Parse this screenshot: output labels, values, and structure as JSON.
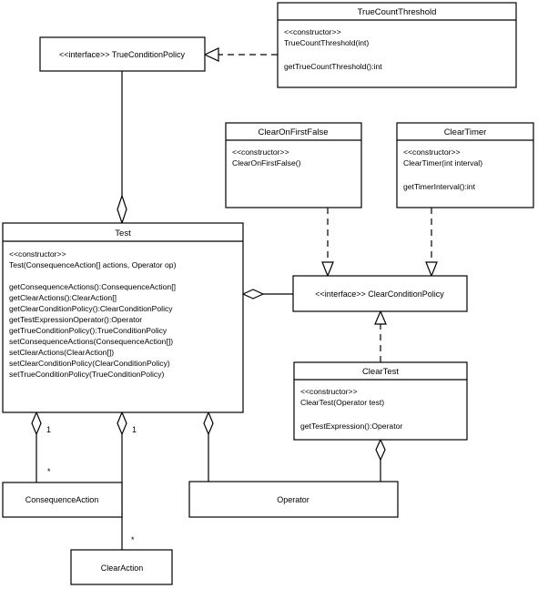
{
  "classes": {
    "true_count_threshold": {
      "name": "TrueCountThreshold",
      "lines": [
        "<<constructor>>",
        "TrueCountThreshold(int)",
        "",
        "getTrueCountThreshold():int"
      ]
    },
    "true_condition_policy": {
      "label": "<<interface>> TrueConditionPolicy"
    },
    "clear_on_first_false": {
      "name": "ClearOnFirstFalse",
      "lines": [
        "<<constructor>>",
        "ClearOnFirstFalse()"
      ]
    },
    "clear_timer": {
      "name": "ClearTimer",
      "lines": [
        "<<constructor>>",
        "ClearTimer(int interval)",
        "",
        "getTimerInterval():int"
      ]
    },
    "test": {
      "name": "Test",
      "lines": [
        "<<constructor>>",
        "Test(ConsequenceAction[] actions, Operator op)",
        "",
        "getConsequenceActions():ConsequenceAction[]",
        "getClearActions():ClearAction[]",
        "getClearConditionPolicy():ClearConditionPolicy",
        "getTestExpressionOperator():Operator",
        "getTrueConditionPolicy():TrueConditionPolicy",
        "setConsequenceActions(ConsequenceAction[])",
        "setClearActions(ClearAction[])",
        "setClearConditionPolicy(ClearConditionPolicy)",
        "setTrueConditionPolicy(TrueConditionPolicy)"
      ]
    },
    "clear_condition_policy": {
      "label": "<<interface>> ClearConditionPolicy"
    },
    "clear_test": {
      "name": "ClearTest",
      "lines": [
        "<<constructor>>",
        "ClearTest(Operator test)",
        "",
        "getTestExpression():Operator"
      ]
    },
    "consequence_action": {
      "label": "ConsequenceAction"
    },
    "operator": {
      "label": "Operator"
    },
    "clear_action": {
      "label": "ClearAction"
    }
  },
  "multiplicities": {
    "consequence_near_test": "1",
    "consequence_near_action": "*",
    "clear_near_test": "1",
    "clear_near_action": "*"
  }
}
